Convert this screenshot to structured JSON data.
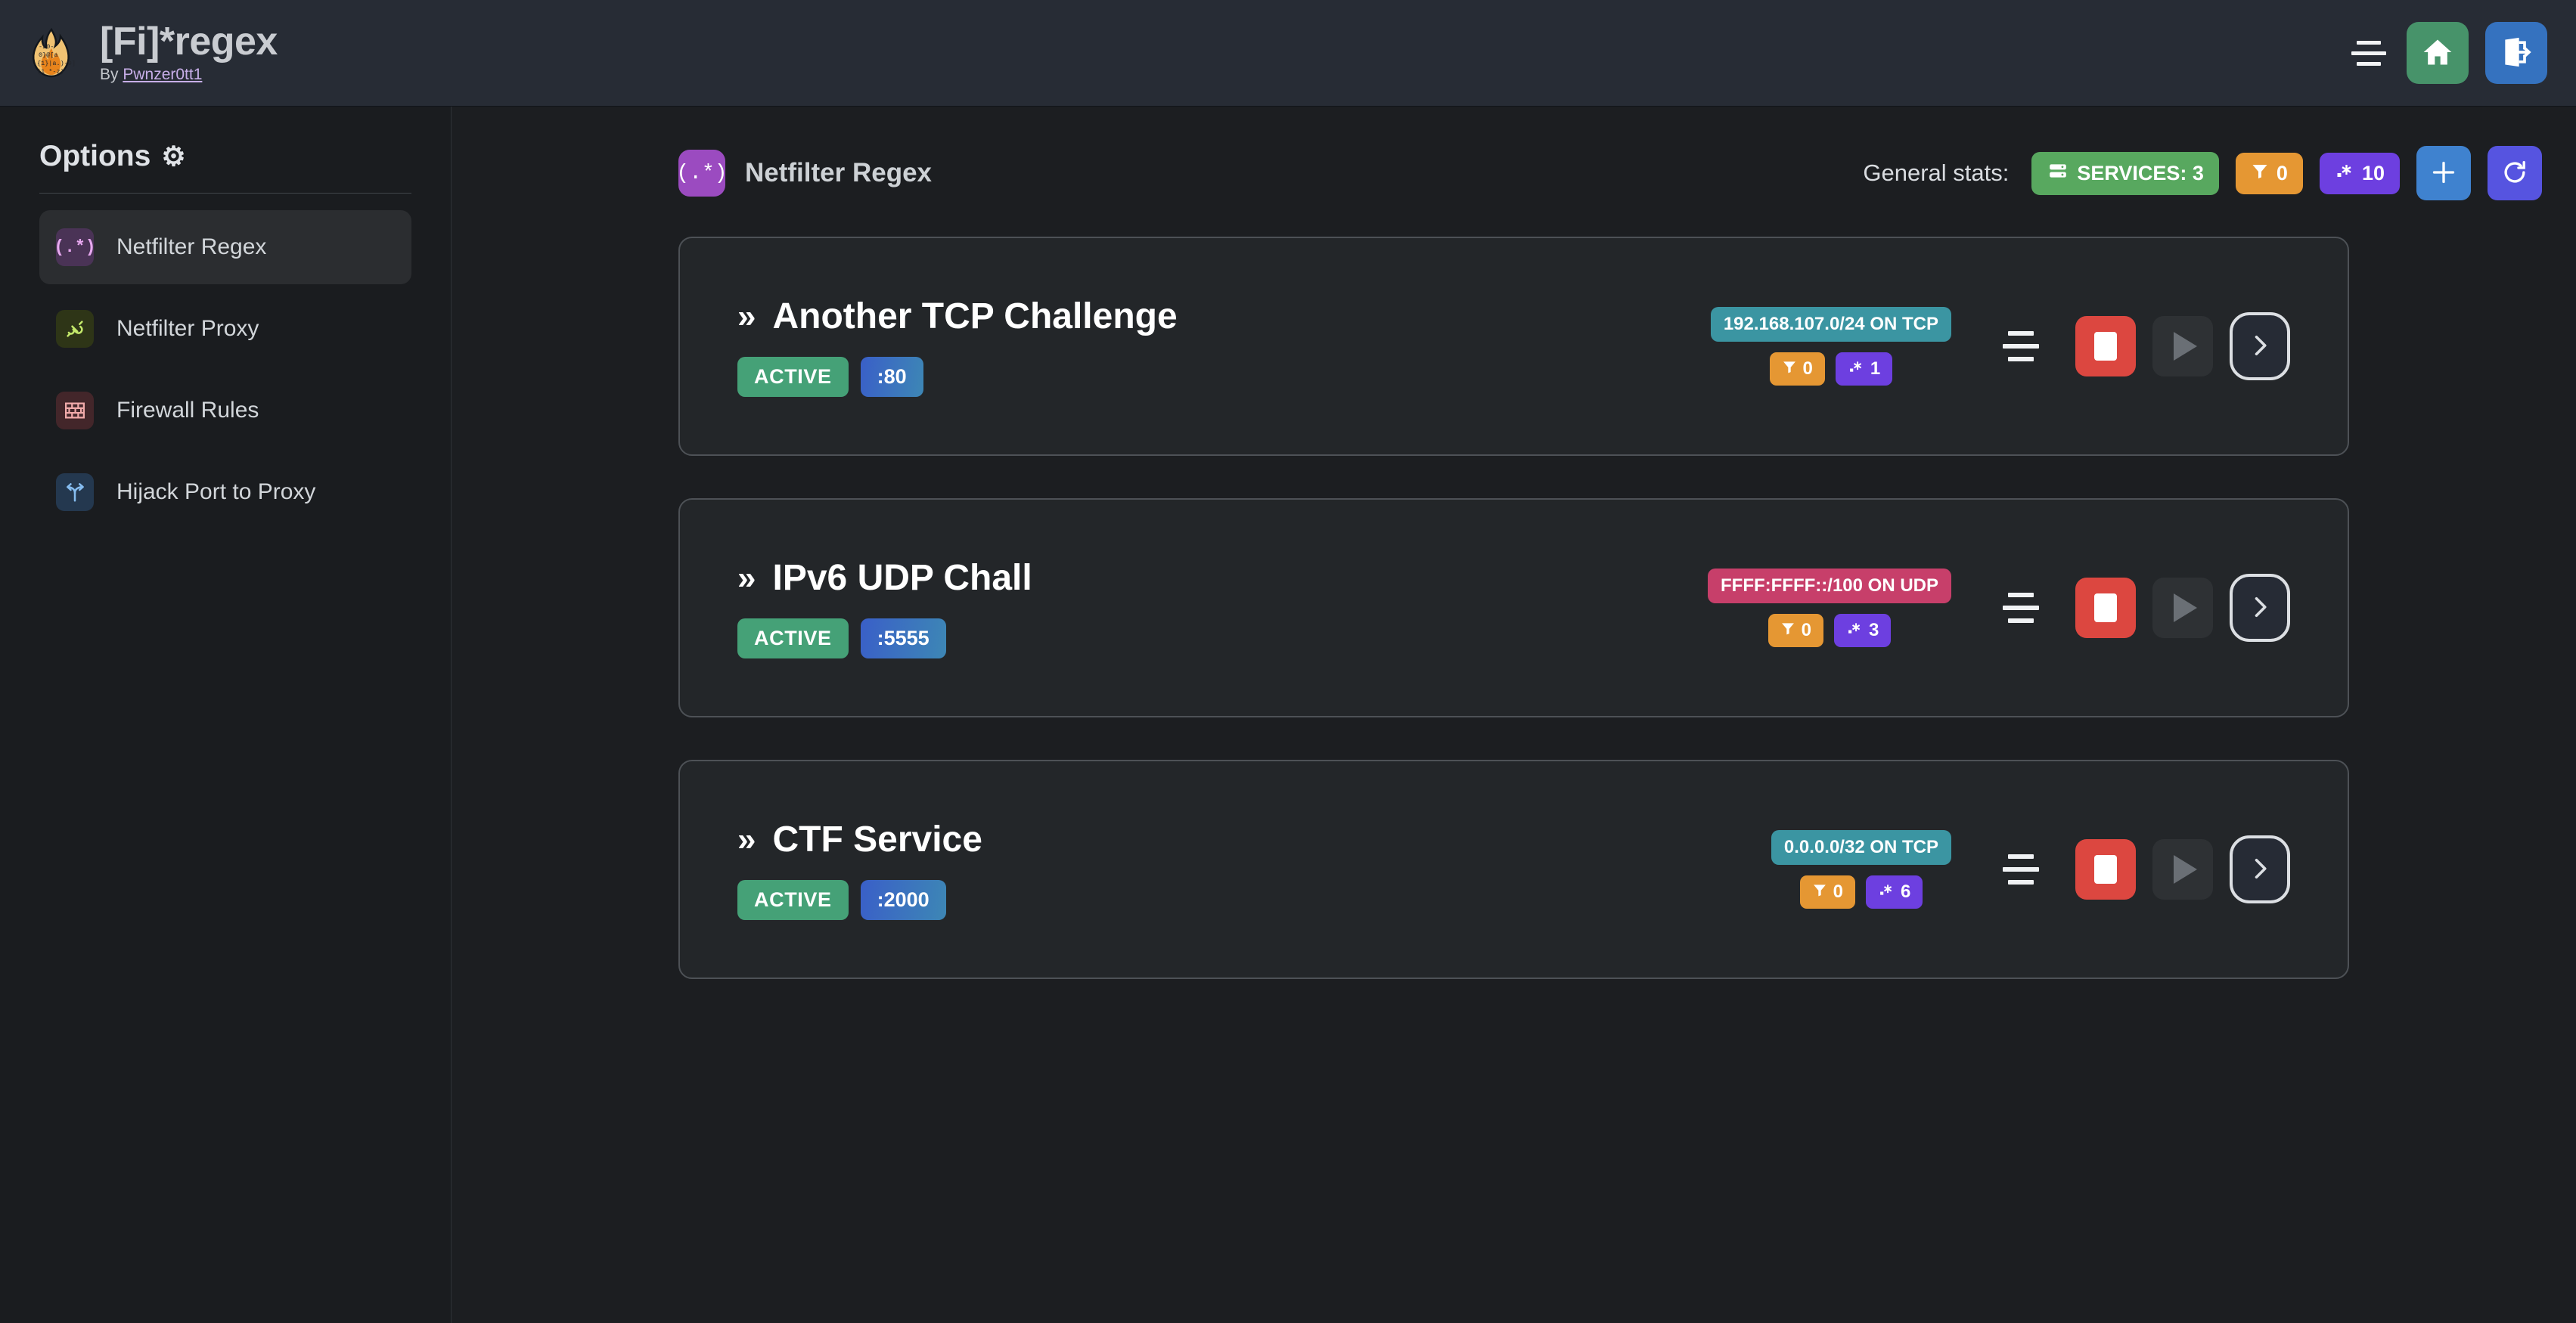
{
  "header": {
    "logo_icon": "flame-regex-logo",
    "title": "[Fi]*regex",
    "by_prefix": "By ",
    "author": "Pwnzer0tt1",
    "menu_icon": "hamburger-icon",
    "home_icon": "home-icon",
    "logout_icon": "logout-icon"
  },
  "sidebar": {
    "heading": "Options",
    "gear_icon": "⚙",
    "items": [
      {
        "label": "Netfilter Regex",
        "icon": "regex-icon",
        "glyph": "(.*)",
        "active": true
      },
      {
        "label": "Netfilter Proxy",
        "icon": "plug-connect-icon",
        "glyph": "",
        "active": false
      },
      {
        "label": "Firewall Rules",
        "icon": "brick-wall-icon",
        "glyph": "",
        "active": false
      },
      {
        "label": "Hijack Port to Proxy",
        "icon": "route-fork-icon",
        "glyph": "",
        "active": false
      }
    ]
  },
  "main": {
    "page_icon": "regex-icon",
    "page_icon_glyph": "(.*)",
    "page_title": "Netfilter Regex",
    "stats_label": "General stats:",
    "stats": {
      "services_icon": "server-stack-icon",
      "services_label": "SERVICES: 3",
      "filter_icon": "funnel-icon",
      "filter_count": "0",
      "regex_icon": "regex-dot-star-icon",
      "regex_count": "10"
    },
    "add_button_label": "+",
    "add_icon": "plus-icon",
    "refresh_icon": "refresh-icon"
  },
  "services": [
    {
      "chevron": "»",
      "name": "Another TCP Challenge",
      "status": "ACTIVE",
      "port": ":80",
      "network": "192.168.107.0/24 ON TCP",
      "network_kind": "tcp",
      "filter_icon": "funnel-icon",
      "filter_count": "0",
      "regex_icon": "regex-dot-star-icon",
      "regex_count": "1",
      "sort_icon": "sort-lines-icon",
      "stop_icon": "stop-icon",
      "play_icon": "play-icon",
      "go_icon": "chevron-right-icon"
    },
    {
      "chevron": "»",
      "name": "IPv6 UDP Chall",
      "status": "ACTIVE",
      "port": ":5555",
      "network": "FFFF:FFFF::/100 ON UDP",
      "network_kind": "udp",
      "filter_icon": "funnel-icon",
      "filter_count": "0",
      "regex_icon": "regex-dot-star-icon",
      "regex_count": "3",
      "sort_icon": "sort-lines-icon",
      "stop_icon": "stop-icon",
      "play_icon": "play-icon",
      "go_icon": "chevron-right-icon"
    },
    {
      "chevron": "»",
      "name": "CTF Service",
      "status": "ACTIVE",
      "port": ":2000",
      "network": "0.0.0.0/32 ON TCP",
      "network_kind": "tcp",
      "filter_icon": "funnel-icon",
      "filter_count": "0",
      "regex_icon": "regex-dot-star-icon",
      "regex_count": "6",
      "sort_icon": "sort-lines-icon",
      "stop_icon": "stop-icon",
      "play_icon": "play-icon",
      "go_icon": "chevron-right-icon"
    }
  ],
  "colors": {
    "accent_purple": "#9b4bc0",
    "status_green": "#45a177",
    "stop_red": "#dc4740",
    "tcp_teal": "#3b95a2",
    "udp_pink": "#c73f6a",
    "filter_orange": "#e59733",
    "regex_violet": "#6d3fe0",
    "home_green": "#47936a",
    "logout_blue": "#3572bf",
    "add_blue": "#3f82cf",
    "refresh_indigo": "#5654e0"
  }
}
